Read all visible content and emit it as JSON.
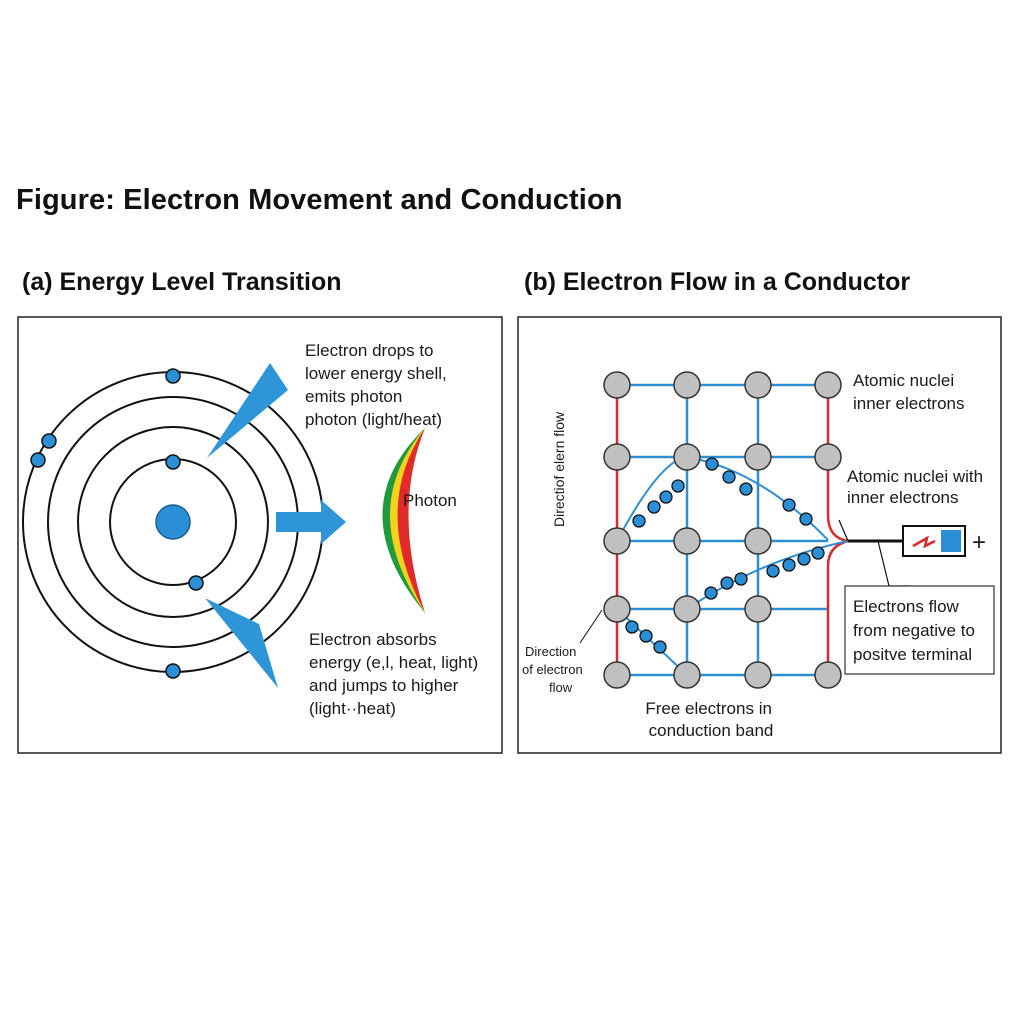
{
  "figure_title": "Figure: Electron Movement and Conduction",
  "panel_a": {
    "title": "(a) Energy Level Transition",
    "emit_label": [
      "Electron drops to",
      "lower energy shell,",
      "emits photon",
      "photon (light/heat)"
    ],
    "photon_label": "Photon",
    "absorb_label": [
      "Electron absorbs",
      "energy (e,l, heat, light)",
      "and jumps to higher",
      "(light··heat)"
    ],
    "colors": {
      "electron": "#2a8fd6",
      "arrow": "#2e95d8",
      "photon_bands": [
        "#1f9a3c",
        "#f2d21b",
        "#e12a2a"
      ]
    }
  },
  "panel_b": {
    "title": "(b) Electron Flow in a Conductor",
    "vertical_label": "Directiof elern flow",
    "nuclei_label_top": [
      "Atomic nuclei",
      "inner electrons"
    ],
    "nuclei_label_mid": [
      "Atomic nuclei with",
      "inner electrons"
    ],
    "flow_box_label": [
      "Electrons flow",
      "from negative to",
      "positve terminal"
    ],
    "direction_label": [
      "Direction",
      "of electron",
      "flow"
    ],
    "free_electrons_label": [
      "Free electrons in",
      "conduction band"
    ],
    "plus_sign": "+",
    "colors": {
      "grid": "#2f8fd0",
      "edge": "#d92b2b",
      "nucleus": "#c0c0c0",
      "electron": "#2a8fd6"
    }
  }
}
